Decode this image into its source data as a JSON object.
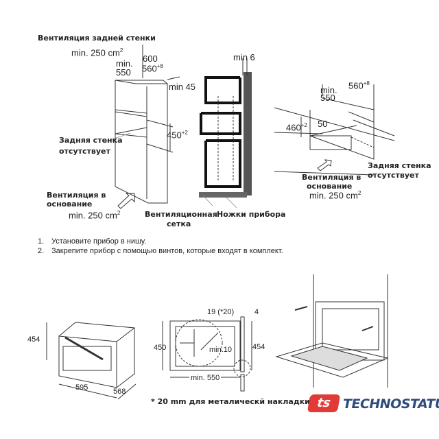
{
  "top_left": {
    "rear_vent_title": "Вентиляция задней стенки",
    "rear_vent_area": "min. 250 cm",
    "area_exp": "2",
    "dim_600": "600",
    "dim_min": "min.",
    "dim_550": "550",
    "dim_560": "560",
    "dim_560_tol": "+8",
    "dim_min45": "min 45",
    "dim_450": "450",
    "dim_450_tol": "+2",
    "no_back_wall_1": "Задняя стенка",
    "no_back_wall_2": "отсутствует",
    "base_vent_1": "Вентиляция в",
    "base_vent_2": "основание",
    "base_vent_area": "min. 250 cm"
  },
  "top_middle": {
    "dim_min6": "min 6",
    "vent_grille_1": "Вентиляционная",
    "vent_grille_2": "сетка",
    "device_feet": "Ножки прибора"
  },
  "top_right": {
    "dim_min": "min.",
    "dim_550": "550",
    "dim_560": "560",
    "dim_560_tol": "+8",
    "dim_460": "460",
    "dim_460_tol": "+2",
    "dim_50": "50",
    "no_back_wall_1": "Задняя стенка",
    "no_back_wall_2": "отсутствует",
    "base_vent_1": "Вентиляция в",
    "base_vent_2": "основание",
    "base_vent_area": "min. 250 cm"
  },
  "instructions": [
    {
      "num": "1.",
      "text": "Установите прибор в нишу."
    },
    {
      "num": "2.",
      "text": "Закрепите прибор с помощью винтов, которые входят в комплект."
    }
  ],
  "bottom_left": {
    "dim_454": "454",
    "dim_595": "595",
    "dim_568": "568"
  },
  "bottom_middle": {
    "dim_19": "19 (*20)",
    "dim_4": "4",
    "dim_450": "450",
    "dim_454": "454",
    "dim_min10": "min.10",
    "dim_min550": "min. 550"
  },
  "footnote": "* 20 mm для металическй накладки",
  "logo": {
    "mark": "ts",
    "name": "TECHNOSTATUS",
    "red": "#e23a36",
    "blue": "#2e4b7c"
  }
}
